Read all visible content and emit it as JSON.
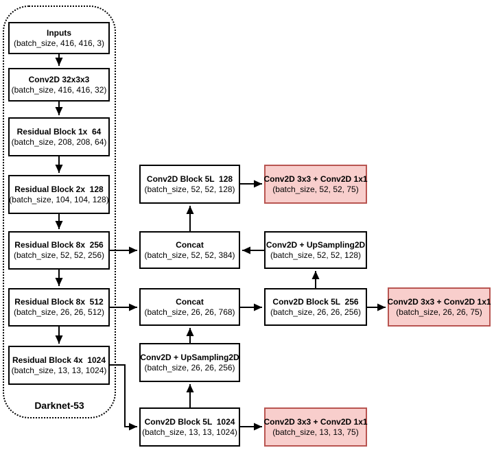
{
  "diagram": {
    "title": "YOLOv3 Darknet-53 architecture",
    "container_label": "Darknet-53",
    "colors": {
      "node_fill": "#ffffff",
      "node_border": "#000000",
      "head_fill": "#f8cecc",
      "head_border": "#b85450",
      "arrow": "#000000"
    },
    "nodes": {
      "inputs": {
        "title": "Inputs",
        "subtitle": "(batch_size, 416, 416, 3)"
      },
      "conv32": {
        "title": "Conv2D 32x3x3",
        "subtitle": "(batch_size, 416, 416, 32)"
      },
      "res1": {
        "title": "Residual Block 1x  64",
        "subtitle": "(batch_size, 208, 208, 64)"
      },
      "res2": {
        "title": "Residual Block 2x  128",
        "subtitle": "(batch_size, 104, 104, 128)"
      },
      "res8a": {
        "title": "Residual Block 8x  256",
        "subtitle": "(batch_size, 52, 52, 256)"
      },
      "res8b": {
        "title": "Residual Block 8x  512",
        "subtitle": "(batch_size, 26, 26, 512)"
      },
      "res4": {
        "title": "Residual Block 4x  1024",
        "subtitle": "(batch_size, 13, 13, 1024)"
      },
      "conv5l_128": {
        "title": "Conv2D Block 5L  128",
        "subtitle": "(batch_size, 52, 52, 128)"
      },
      "concat_52": {
        "title": "Concat",
        "subtitle": "(batch_size, 52, 52, 384)"
      },
      "concat_26": {
        "title": "Concat",
        "subtitle": "(batch_size, 26, 26, 768)"
      },
      "upsample_26": {
        "title": "Conv2D + UpSampling2D",
        "subtitle": "(batch_size, 26, 26, 256)"
      },
      "conv5l_1024": {
        "title": "Conv2D Block 5L  1024",
        "subtitle": "(batch_size, 13, 13, 1024)"
      },
      "head_52": {
        "title": "Conv2D 3x3 + Conv2D 1x1",
        "subtitle": "(batch_size, 52, 52, 75)"
      },
      "upsample_52": {
        "title": "Conv2D + UpSampling2D",
        "subtitle": "(batch_size, 52, 52, 128)"
      },
      "conv5l_256": {
        "title": "Conv2D Block 5L  256",
        "subtitle": "(batch_size, 26, 26, 256)"
      },
      "head_13": {
        "title": "Conv2D 3x3 + Conv2D 1x1",
        "subtitle": "(batch_size, 13, 13, 75)"
      },
      "head_26": {
        "title": "Conv2D 3x3 + Conv2D 1x1",
        "subtitle": "(batch_size, 26, 26, 75)"
      }
    }
  }
}
